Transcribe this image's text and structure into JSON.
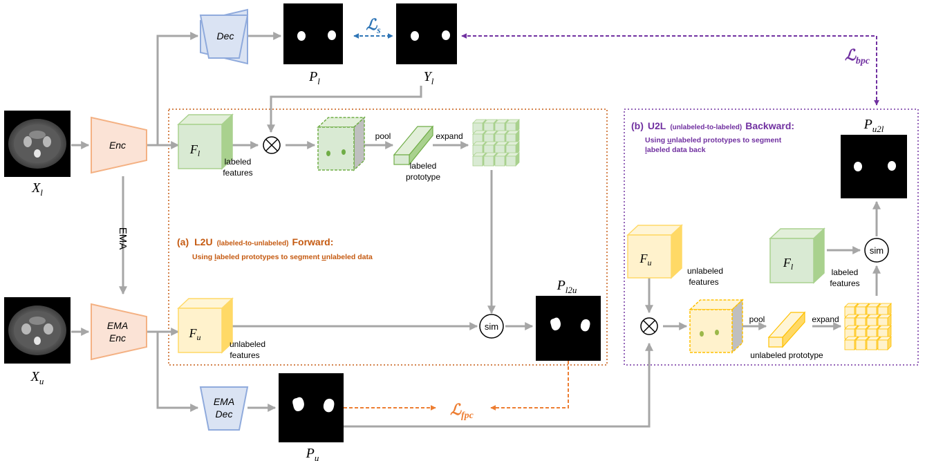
{
  "blocks": {
    "enc": "Enc",
    "ema_enc_line1": "EMA",
    "ema_enc_line2": "Enc",
    "dec": "Dec",
    "ema_dec_line1": "EMA",
    "ema_dec_line2": "Dec",
    "ema_arrow": "EMA"
  },
  "math": {
    "x_l": {
      "base": "X",
      "sub": "l"
    },
    "x_u": {
      "base": "X",
      "sub": "u"
    },
    "p_l": {
      "base": "P",
      "sub": "l"
    },
    "y_l": {
      "base": "Y",
      "sub": "l"
    },
    "p_u": {
      "base": "P",
      "sub": "u"
    },
    "p_l2u": {
      "base": "P",
      "sub": "l2u"
    },
    "p_u2l": {
      "base": "P",
      "sub": "u2l"
    },
    "f_l": {
      "base": "F",
      "sub": "l"
    },
    "f_u": {
      "base": "F",
      "sub": "u"
    }
  },
  "losses": {
    "ls": {
      "base": "ℒ",
      "sub": "s"
    },
    "lbpc": {
      "base": "ℒ",
      "sub": "bpc"
    },
    "lfpc": {
      "base": "ℒ",
      "sub": "fpc"
    }
  },
  "l2u": {
    "title_prefix": "(a)",
    "title_main": "L2U",
    "title_paren": "(labeled-to-unlabeled)",
    "title_end": "Forward:",
    "sub_a": "Using ",
    "sub_b": "l",
    "sub_c": "abeled prototypes to segment ",
    "sub_d": "u",
    "sub_e": "nlabeled data",
    "labeled_features_1": "labeled",
    "labeled_features_2": "features",
    "pool": "pool",
    "expand": "expand",
    "labeled_prototype_1": "labeled",
    "labeled_prototype_2": "prototype",
    "sim": "sim",
    "unlabeled_features_1": "unlabeled",
    "unlabeled_features_2": "features"
  },
  "u2l": {
    "title_prefix": "(b)",
    "title_main": "U2L",
    "title_paren": "(unlabeled-to-labeled)",
    "title_end": "Backward:",
    "sub1_a": "Using ",
    "sub1_b": "u",
    "sub1_c": "nlabeled prototypes to segment",
    "sub2_a": "l",
    "sub2_b": "abeled data back",
    "unlabeled_features_1": "unlabeled",
    "unlabeled_features_2": "features",
    "labeled_features_1": "labeled",
    "labeled_features_2": "features",
    "sim": "sim",
    "pool": "pool",
    "expand": "expand",
    "unlabeled_prototype": "unlabeled prototype"
  },
  "colors": {
    "arrow": "#a6a6a6",
    "enc_fill": "#fbe3d6",
    "enc_stroke": "#f4b183",
    "dec_fill": "#dae3f3",
    "dec_stroke": "#8faadc",
    "green_fill": "#d9ead3",
    "green_top": "#e2efd9",
    "green_side": "#a9d18e",
    "green_stroke": "#70ad47",
    "yellow_fill": "#fff2cc",
    "yellow_top": "#fff5d6",
    "yellow_side": "#ffd966",
    "yellow_stroke": "#ffc000",
    "orange": "#c55a11",
    "loss_orange": "#ed7d31",
    "purple": "#7030a0",
    "blue": "#2e75b6"
  }
}
